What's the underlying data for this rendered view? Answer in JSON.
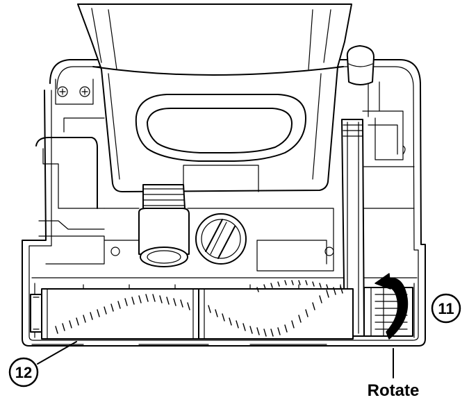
{
  "callouts": {
    "c11": "11",
    "c12": "12"
  },
  "labels": {
    "rotate": "Rotate"
  }
}
